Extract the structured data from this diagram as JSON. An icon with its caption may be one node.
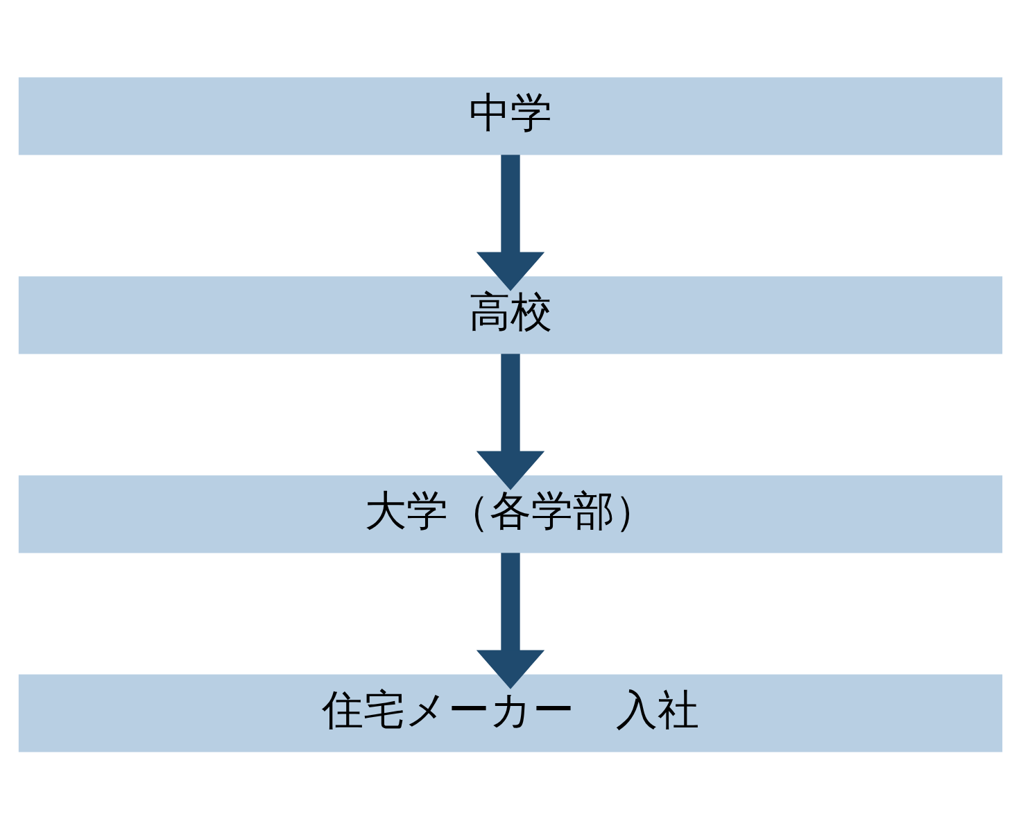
{
  "diagram": {
    "nodes": [
      {
        "text": [
          "中学"
        ]
      },
      {
        "text": [
          "高校"
        ]
      },
      {
        "text": [
          "大学（各学部）"
        ]
      },
      {
        "text": [
          "住宅メーカー　入社"
        ]
      }
    ],
    "edges": [
      {
        "from": 0,
        "to": 1,
        "arrow": "to"
      },
      {
        "from": 1,
        "to": 2,
        "arrow": "to"
      },
      {
        "from": 2,
        "to": 3,
        "arrow": "to"
      }
    ]
  }
}
